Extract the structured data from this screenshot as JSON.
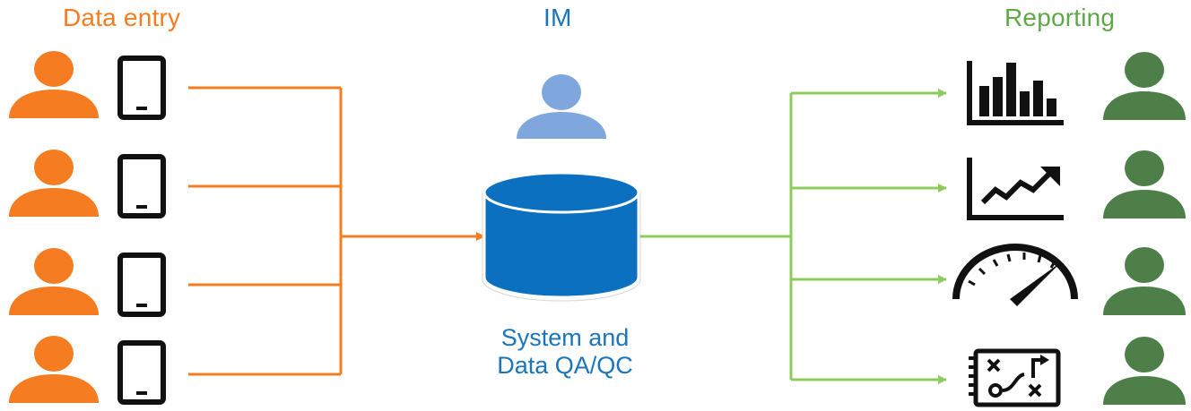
{
  "headings": {
    "data_entry": "Data entry",
    "im": "IM",
    "reporting": "Reporting"
  },
  "center": {
    "caption_line1": "System and",
    "caption_line2": "Data QA/QC"
  },
  "colors": {
    "data_entry": "#F57C20",
    "im_person": "#7FA7DD",
    "database": "#0B70C0",
    "reporting_person": "#4F7F48",
    "reporting_lines": "#8DCC5C",
    "icons": "#111111"
  },
  "icons": {
    "entry_rows": [
      "person-icon",
      "tablet-icon"
    ],
    "report_outputs": [
      "bar-chart-icon",
      "line-trend-icon",
      "gauge-icon",
      "play-diagram-icon"
    ]
  }
}
